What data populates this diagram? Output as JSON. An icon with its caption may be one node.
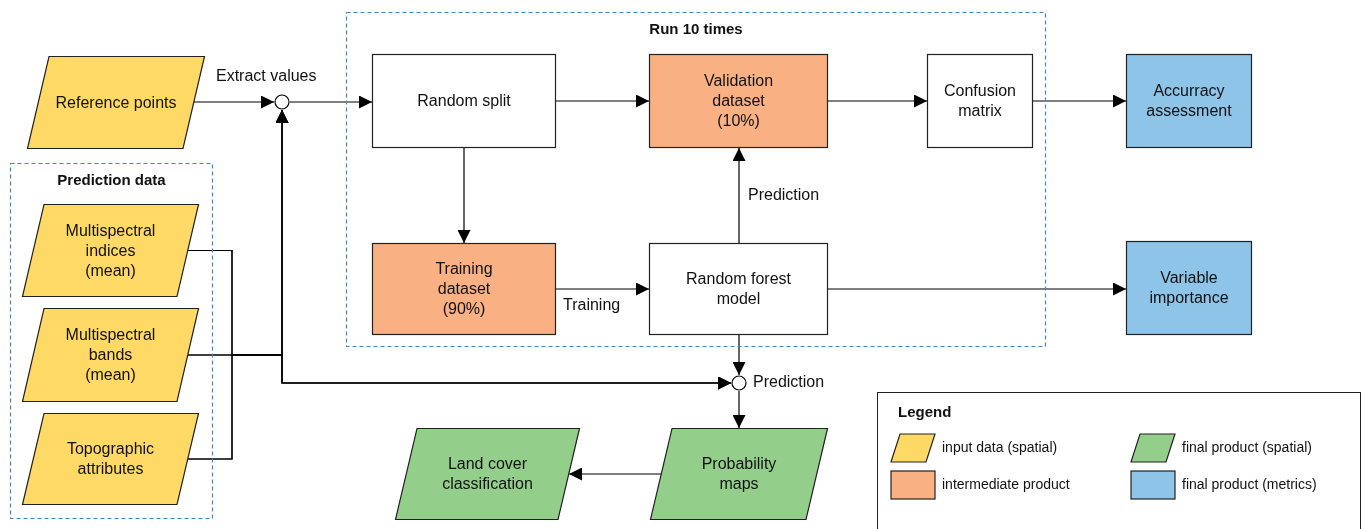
{
  "diagram": {
    "nodes": [
      {
        "text": [
          "Reference points"
        ]
      },
      {
        "text": [
          "Prediction data"
        ]
      },
      {
        "text": [
          "Multispectral indices (mean)"
        ],
        "in": 1
      },
      {
        "text": [
          "Multispectral bands (mean)"
        ],
        "in": 1
      },
      {
        "text": [
          "Topographic attributes"
        ],
        "in": 1
      },
      {
        "text": [],
        "shape": "circle"
      },
      {
        "text": [
          "Run 10 times"
        ]
      },
      {
        "text": [
          "Random split"
        ],
        "in": 6
      },
      {
        "text": [
          "Validation dataset (10%)"
        ],
        "in": 6
      },
      {
        "text": [
          "Confusion matrix"
        ],
        "in": 6
      },
      {
        "text": [
          "Training dataset (90%)"
        ],
        "in": 6
      },
      {
        "text": [
          "Random forest model"
        ],
        "in": 6
      },
      {
        "text": [
          "Accurracy assessment"
        ]
      },
      {
        "text": [
          "Variable importance"
        ]
      },
      {
        "text": [],
        "shape": "circle",
        "beside": [
          "Prediction"
        ]
      },
      {
        "text": [
          "Probability maps"
        ]
      },
      {
        "text": [
          "Land cover classification"
        ]
      }
    ],
    "edges": [
      {
        "from": 0,
        "to": 5,
        "arrow": "to",
        "label": "Extract values"
      },
      {
        "from": 2,
        "to": 5,
        "arrow": "to"
      },
      {
        "from": 3,
        "to": 5,
        "arrow": "to"
      },
      {
        "from": 4,
        "to": 5,
        "arrow": "to"
      },
      {
        "from": 2,
        "to": 14,
        "arrow": "to"
      },
      {
        "from": 3,
        "to": 14,
        "arrow": "to"
      },
      {
        "from": 4,
        "to": 14,
        "arrow": "to"
      },
      {
        "from": 5,
        "to": 7,
        "arrow": "to"
      },
      {
        "from": 7,
        "to": 8,
        "arrow": "to"
      },
      {
        "from": 7,
        "to": 10,
        "arrow": "to"
      },
      {
        "from": 10,
        "to": 11,
        "arrow": "to",
        "label": "Training"
      },
      {
        "from": 11,
        "to": 8,
        "arrow": "to",
        "label": "Prediction"
      },
      {
        "from": 8,
        "to": 9,
        "arrow": "to"
      },
      {
        "from": 9,
        "to": 12,
        "arrow": "to"
      },
      {
        "from": 11,
        "to": 13,
        "arrow": "to"
      },
      {
        "from": 11,
        "to": 14,
        "arrow": "to"
      },
      {
        "from": 14,
        "to": 15,
        "arrow": "to"
      },
      {
        "from": 15,
        "to": 16,
        "arrow": "to"
      }
    ],
    "labels": [
      "Legend"
    ],
    "legend": [
      {
        "text": "input data (spatial)",
        "color": "#ffd966"
      },
      {
        "text": "intermediate product",
        "color": "#f9b183"
      },
      {
        "text": "final product (spatial)",
        "color": "#93cf8b"
      },
      {
        "text": "final product (metrics)",
        "color": "#8ec4e8"
      }
    ]
  }
}
